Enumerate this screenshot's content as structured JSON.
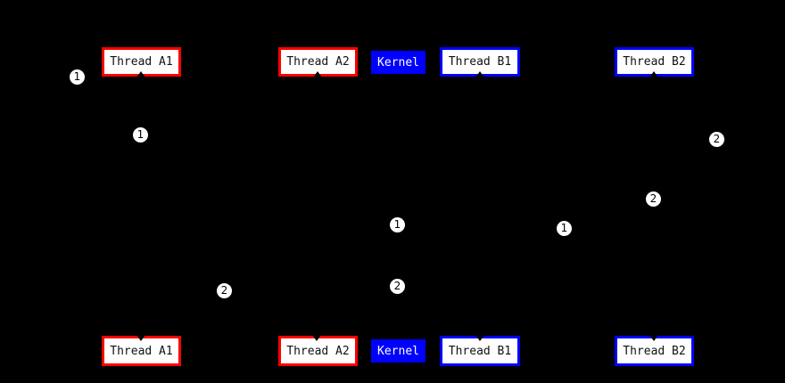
{
  "diagram": {
    "title": "thread-kernel scheduling diagram",
    "background": "#000000",
    "colors": {
      "thread_a_border": "#ff0000",
      "thread_b_border": "#0000ff",
      "kernel_fill": "#0000ff",
      "node_fill": "#ffffff",
      "node_text": "#111111",
      "kernel_text": "#ffffff",
      "marker_fill": "#ffffff",
      "marker_text": "#000000",
      "edge_color": "#000000"
    },
    "nodes": {
      "top": [
        {
          "label": "Thread A1"
        },
        {
          "label": "Thread A2"
        },
        {
          "label": "Kernel"
        },
        {
          "label": "Thread B1"
        },
        {
          "label": "Thread B2"
        }
      ],
      "bottom": [
        {
          "label": "Thread A1"
        },
        {
          "label": "Thread A2"
        },
        {
          "label": "Kernel"
        },
        {
          "label": "Thread B1"
        },
        {
          "label": "Thread B2"
        }
      ]
    },
    "markers": [
      {
        "label": "1"
      },
      {
        "label": "1"
      },
      {
        "label": "2"
      },
      {
        "label": "2"
      },
      {
        "label": "1"
      },
      {
        "label": "1"
      },
      {
        "label": "2"
      },
      {
        "label": "2"
      }
    ]
  }
}
